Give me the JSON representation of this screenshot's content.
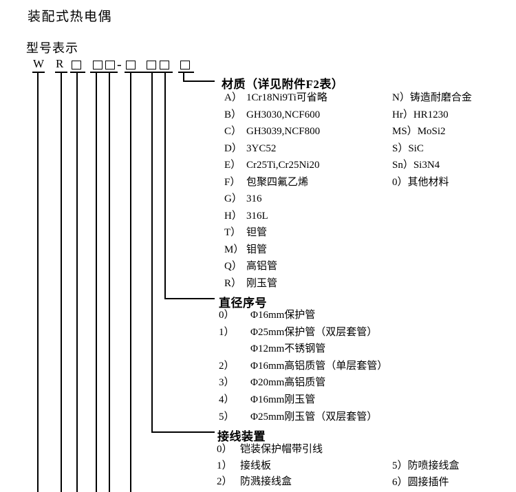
{
  "page": {
    "title": "装配式热电偶",
    "subtitle": "型号表示"
  },
  "model_code": {
    "letter_1": "W",
    "letter_2": "R",
    "dash": "-",
    "box_count": 7
  },
  "sections": {
    "material": {
      "heading": "材质（详见附件F2表）",
      "left": [
        {
          "code": "A）",
          "name": "1Cr18Ni9Ti可省略"
        },
        {
          "code": "B）",
          "name": "GH3030,NCF600"
        },
        {
          "code": "C）",
          "name": "GH3039,NCF800"
        },
        {
          "code": "D）",
          "name": "3YC52"
        },
        {
          "code": "E）",
          "name": "Cr25Ti,Cr25Ni20"
        },
        {
          "code": "F）",
          "name": "包聚四氟乙烯"
        },
        {
          "code": "G）",
          "name": "316"
        },
        {
          "code": "H）",
          "name": "316L"
        },
        {
          "code": "T）",
          "name": "钽管"
        },
        {
          "code": "M）",
          "name": "钼管"
        },
        {
          "code": "Q）",
          "name": "高铝管"
        },
        {
          "code": "R）",
          "name": "刚玉管"
        }
      ],
      "right": [
        {
          "code": "N）",
          "name": "铸造耐磨合金"
        },
        {
          "code": "Hr）",
          "name": "HR1230"
        },
        {
          "code": "MS）",
          "name": "MoSi2"
        },
        {
          "code": "S）",
          "name": "SiC"
        },
        {
          "code": "Sn）",
          "name": "Si3N4"
        },
        {
          "code": "0）",
          "name": "其他材料"
        }
      ]
    },
    "diameter": {
      "heading": "直径序号",
      "items": [
        {
          "code": "0）",
          "name": "Φ16mm保护管"
        },
        {
          "code": "1）",
          "name": "Φ25mm保护管（双层套管）"
        },
        {
          "code": "",
          "name": "Φ12mm不锈钢管"
        },
        {
          "code": "2）",
          "name": "Φ16mm高铝质管（单层套管）"
        },
        {
          "code": "3）",
          "name": "Φ20mm高铝质管"
        },
        {
          "code": "4）",
          "name": "Φ16mm刚玉管"
        },
        {
          "code": "5）",
          "name": "Φ25mm刚玉管（双层套管）"
        }
      ]
    },
    "junction": {
      "heading": "接线装置",
      "left": [
        {
          "code": "0）",
          "name": "铠装保护帽带引线"
        },
        {
          "code": "1）",
          "name": "接线板"
        },
        {
          "code": "2）",
          "name": "防溅接线盒"
        }
      ],
      "right": [
        {
          "code": "5）",
          "name": "防喷接线盒"
        },
        {
          "code": "6）",
          "name": "圆接插件"
        }
      ]
    }
  }
}
